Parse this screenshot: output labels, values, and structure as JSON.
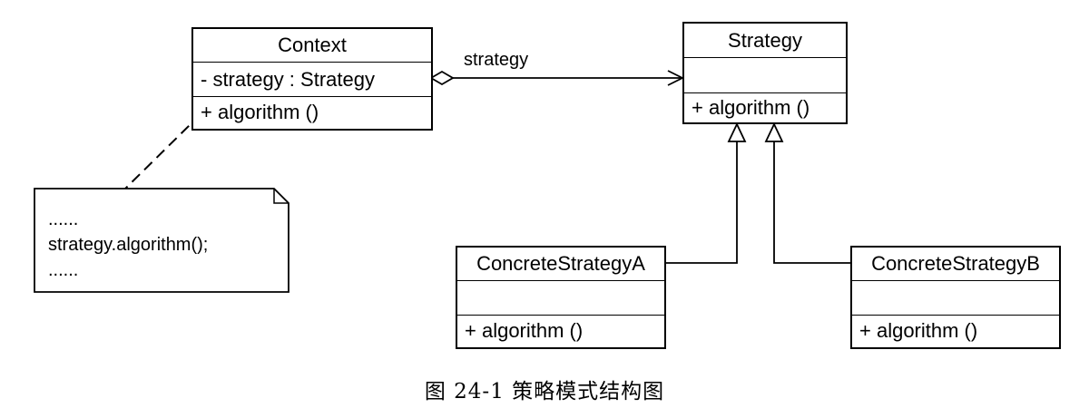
{
  "classes": {
    "context": {
      "name": "Context",
      "attribute": "-  strategy  : Strategy",
      "operation": "+  algorithm ()"
    },
    "strategy": {
      "name": "Strategy",
      "attribute": "",
      "operation": "+  algorithm ()"
    },
    "concrete_a": {
      "name": "ConcreteStrategyA",
      "attribute": "",
      "operation": "+  algorithm ()"
    },
    "concrete_b": {
      "name": "ConcreteStrategyB",
      "attribute": "",
      "operation": "+  algorithm ()"
    }
  },
  "association": {
    "label": "strategy"
  },
  "note": {
    "lines": [
      "......",
      "strategy.algorithm();",
      "......"
    ]
  },
  "caption": "图 24-1   策略模式结构图"
}
